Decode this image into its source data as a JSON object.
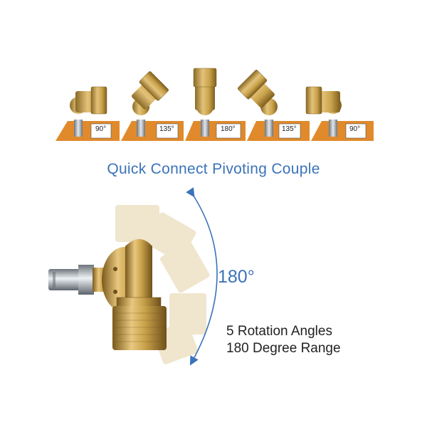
{
  "colors": {
    "accent_blue": "#3b73b9",
    "panel_orange": "#e08a2c",
    "brass": "#c9a24a",
    "steel": "#9aa3ad"
  },
  "angles": [
    "90°",
    "135°",
    "180°",
    "135°",
    "90°"
  ],
  "title": "Quick Connect Pivoting Couple",
  "range_label": "180°",
  "caption_line1": "5 Rotation Angles",
  "caption_line2": "180 Degree Range"
}
